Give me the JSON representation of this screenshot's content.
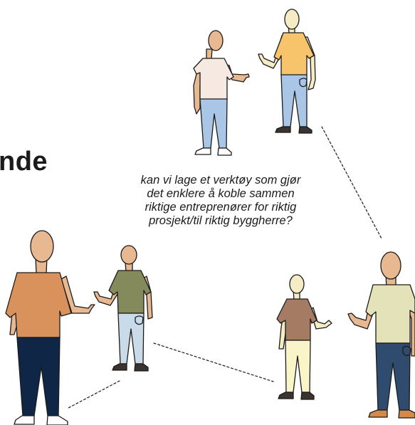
{
  "heading_fragment": "nde",
  "question_lines": [
    "kan vi lage et verktøy som gjør",
    "det enklere å koble sammen",
    "riktige entreprenører for riktig",
    "prosjekt/til riktig byggherre?"
  ],
  "colors": {
    "outline": "#1b1b1b",
    "skin_light": "#f5ecc6",
    "skin_tan": "#e8b990",
    "shirt_orange": "#d9925b",
    "shirt_olive": "#858a5c",
    "shirt_brown": "#a57b64",
    "shirt_pale_green": "#e4e2b8",
    "shirt_yellow": "#f7c46b",
    "shirt_pink": "#f6e9e1",
    "pants_navy": "#0f2646",
    "pants_lightblue": "#c9dbe9",
    "pants_blue": "#a9c6e6",
    "pants_cream": "#faf4c9",
    "pants_denim": "#2f4b6e",
    "shoe_dark": "#3a3330",
    "shoe_orange": "#d28a4d"
  }
}
